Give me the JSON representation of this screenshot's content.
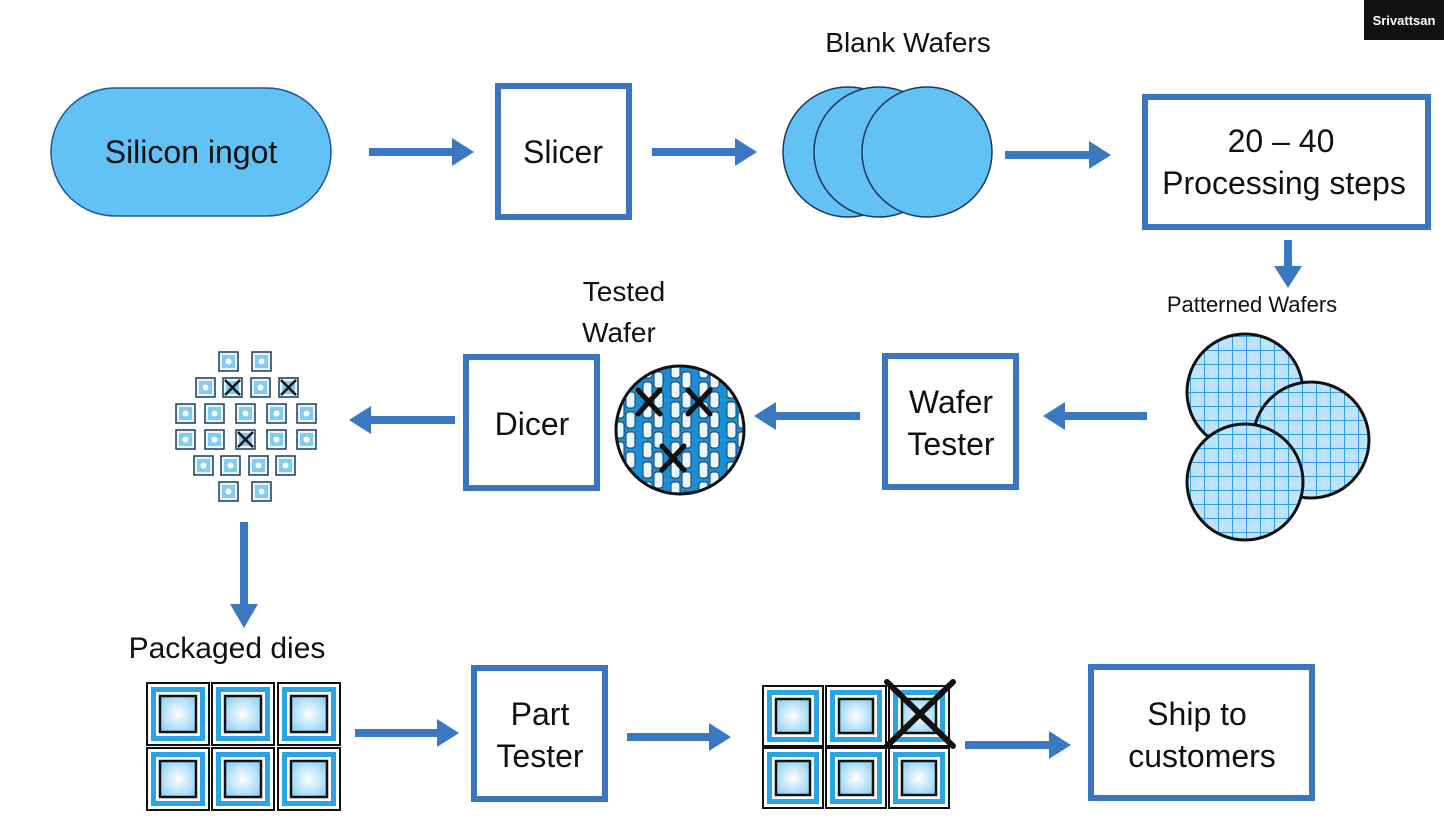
{
  "participant": {
    "name": "Srivattsan"
  },
  "nodes": {
    "ingot": "Silicon ingot",
    "slicer": "Slicer",
    "blank_wafers": "Blank Wafers",
    "processing": [
      "20 – 40",
      "Processing steps"
    ],
    "patterned_wafers": "Patterned Wafers",
    "wafer_tester": [
      "Wafer",
      "Tester"
    ],
    "tested_wafer": [
      "Tested",
      "Wafer"
    ],
    "dicer": "Dicer",
    "packaged_dies": "Packaged dies",
    "part_tester": [
      "Part",
      "Tester"
    ],
    "ship": [
      "Ship to",
      "customers"
    ]
  },
  "colors": {
    "accent": "#3a75c0",
    "fill": "#62c2f5"
  }
}
